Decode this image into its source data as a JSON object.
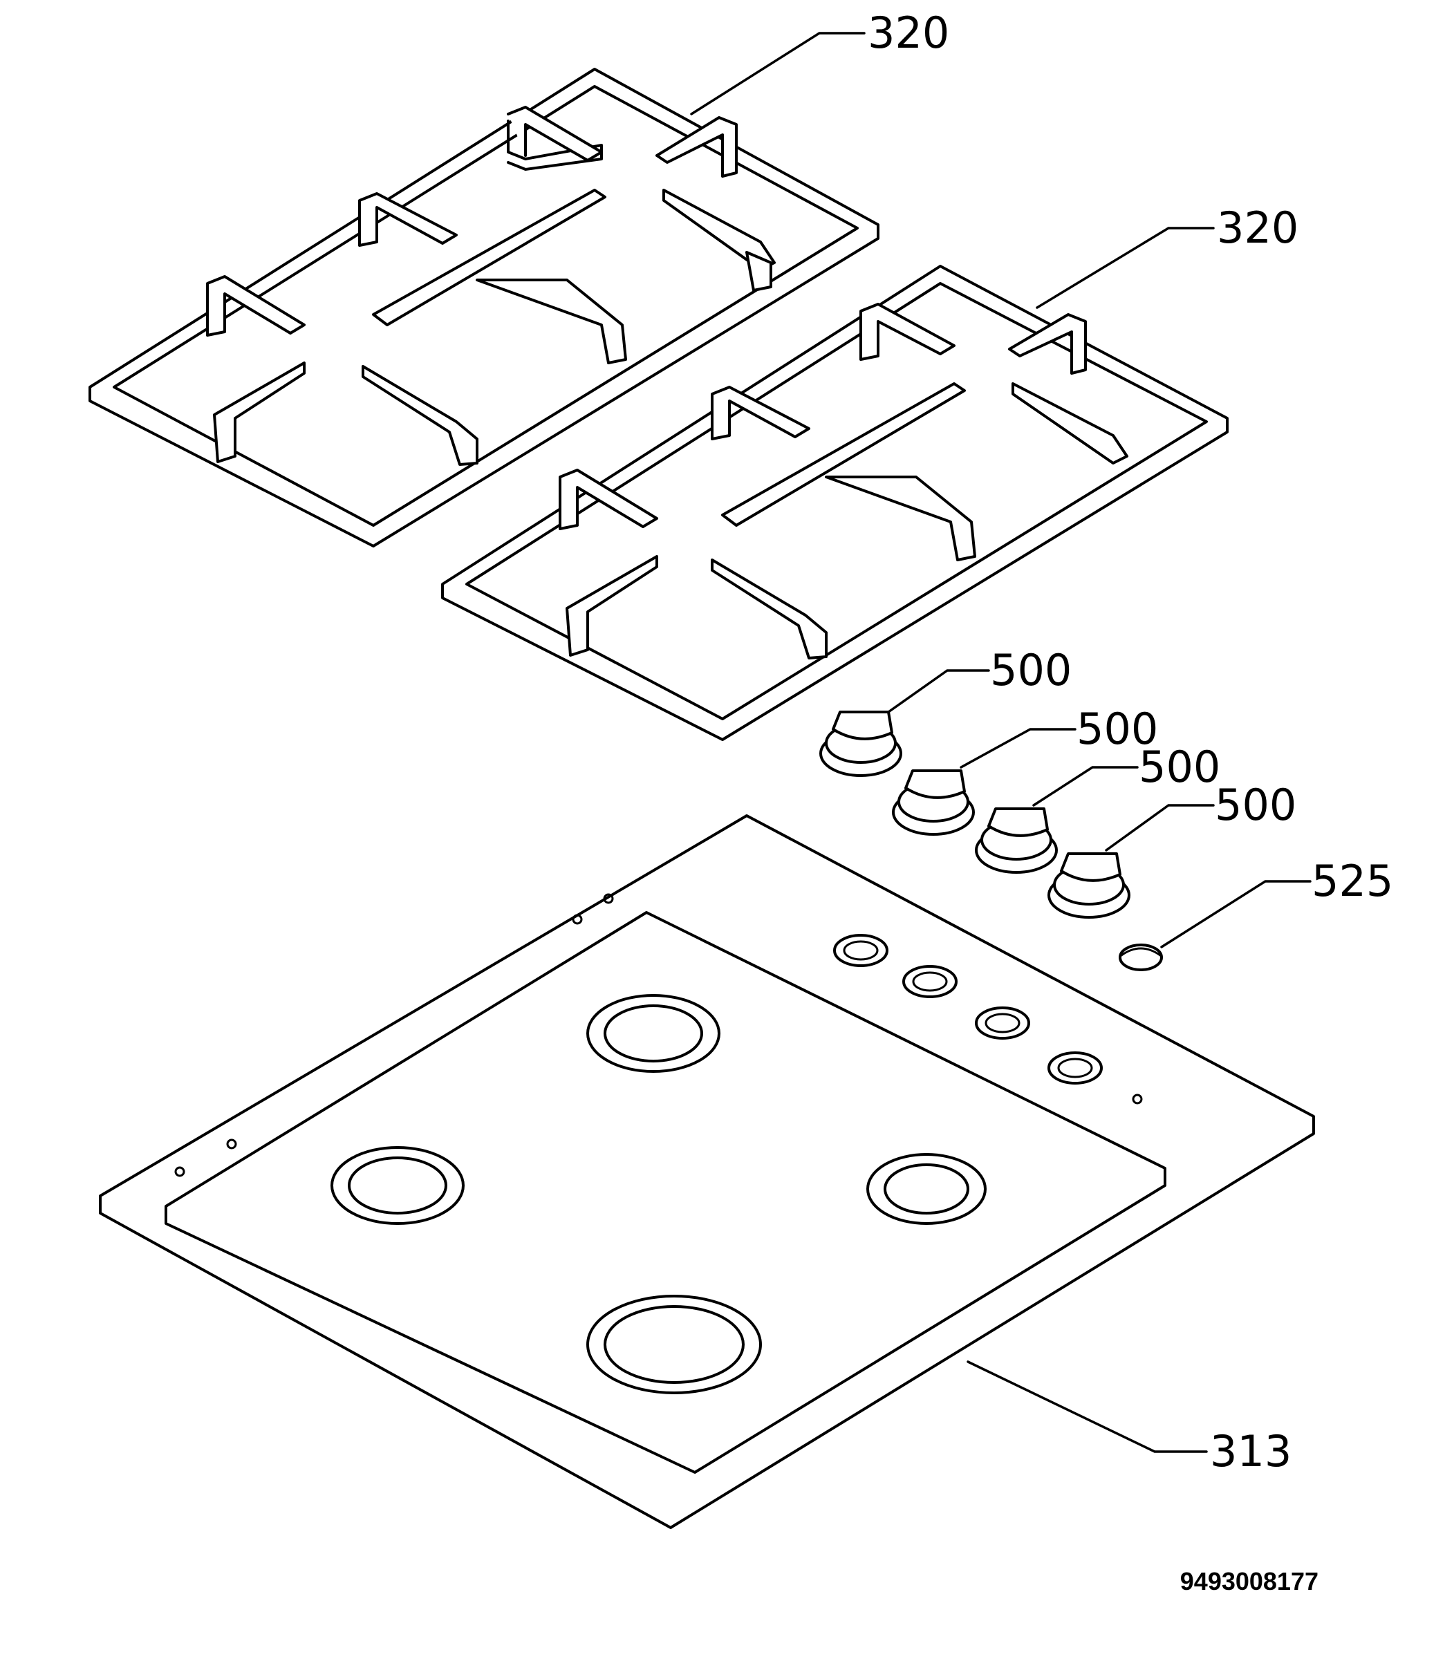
{
  "diagram": {
    "callouts": [
      {
        "id": "grate-left",
        "label": "320"
      },
      {
        "id": "grate-right",
        "label": "320"
      },
      {
        "id": "knob-1",
        "label": "500"
      },
      {
        "id": "knob-2",
        "label": "500"
      },
      {
        "id": "knob-3",
        "label": "500"
      },
      {
        "id": "knob-4",
        "label": "500"
      },
      {
        "id": "button",
        "label": "525"
      },
      {
        "id": "hob-top",
        "label": "313"
      }
    ],
    "drawing_number": "9493008177",
    "ink_color": "#000000",
    "paper_color": "#ffffff"
  }
}
